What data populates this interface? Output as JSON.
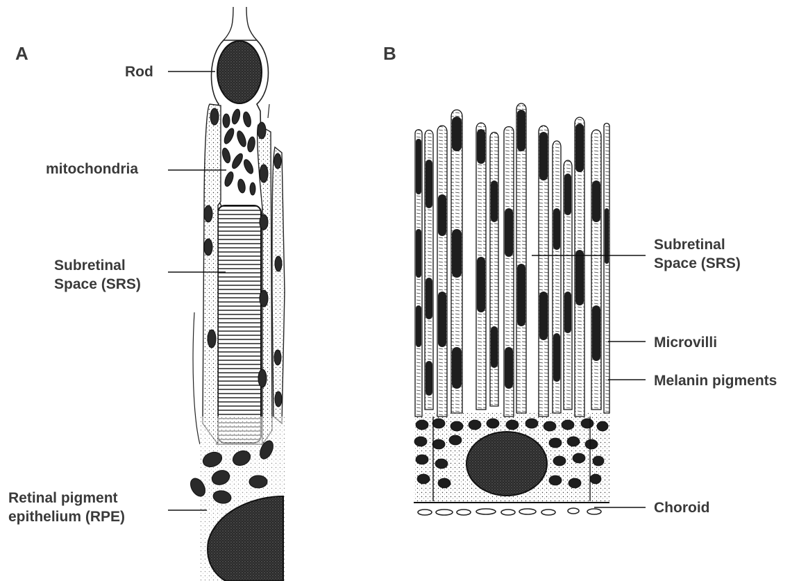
{
  "panels": {
    "a": {
      "letter": "A",
      "labels": {
        "rod": "Rod",
        "mitochondria": "mitochondria",
        "srs_line1": "Subretinal",
        "srs_line2": "Space (SRS)",
        "rpe_line1": "Retinal pigment",
        "rpe_line2": "epithelium (RPE)"
      }
    },
    "b": {
      "letter": "B",
      "labels": {
        "srs_line1": "Subretinal",
        "srs_line2": "Space (SRS)",
        "microvilli": "Microvilli",
        "melanin": "Melanin pigments",
        "choroid": "Choroid"
      }
    }
  },
  "colors": {
    "ink": "#2a2a2a",
    "text": "#3a3a3a",
    "background": "#ffffff"
  }
}
